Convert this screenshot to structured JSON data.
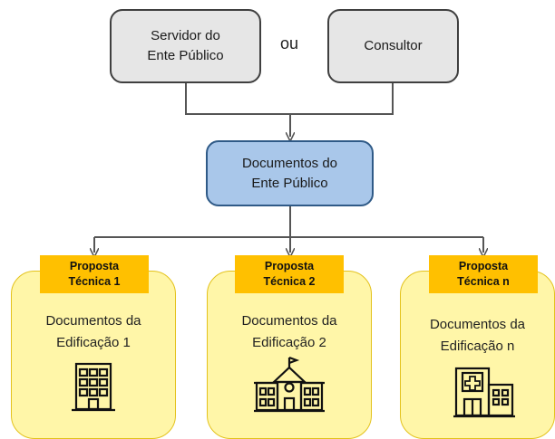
{
  "nodes": {
    "servidor": [
      "Servidor do",
      "Ente Público"
    ],
    "ou": "ou",
    "consultor": "Consultor",
    "documentos_ente": [
      "Documentos do",
      "Ente Público"
    ]
  },
  "proposals": [
    {
      "tab": [
        "Proposta",
        "Técnica 1"
      ],
      "text": [
        "Documentos da",
        "Edificação 1"
      ],
      "icon": "office-building-icon"
    },
    {
      "tab": [
        "Proposta",
        "Técnica 2"
      ],
      "text": [
        "Documentos da",
        "Edificação 2"
      ],
      "icon": "school-building-icon"
    },
    {
      "tab": [
        "Proposta",
        "Técnica n"
      ],
      "text": [
        "Documentos da",
        "Edificação n"
      ],
      "icon": "hospital-building-icon"
    }
  ],
  "colors": {
    "gray_fill": "#e6e6e6",
    "blue_fill": "#a9c7ea",
    "yellow_fill": "#fff6a8",
    "tab_fill": "#ffc000"
  }
}
